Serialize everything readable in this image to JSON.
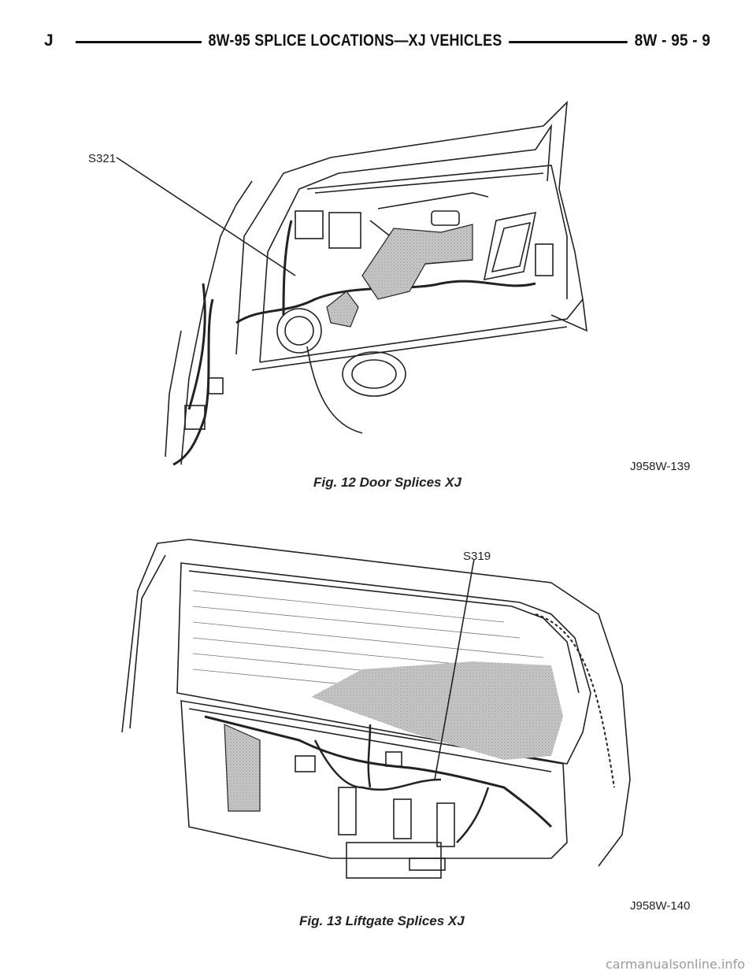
{
  "header": {
    "left": "J",
    "center": "8W-95 SPLICE LOCATIONS—XJ VEHICLES",
    "right": "8W - 95 - 9"
  },
  "figures": [
    {
      "callout": "S321",
      "code": "J958W-139",
      "caption": "Fig. 12 Door Splices XJ"
    },
    {
      "callout": "S319",
      "code": "J958W-140",
      "caption": "Fig. 13 Liftgate Splices XJ"
    }
  ],
  "watermark": "carmanualsonline.info"
}
